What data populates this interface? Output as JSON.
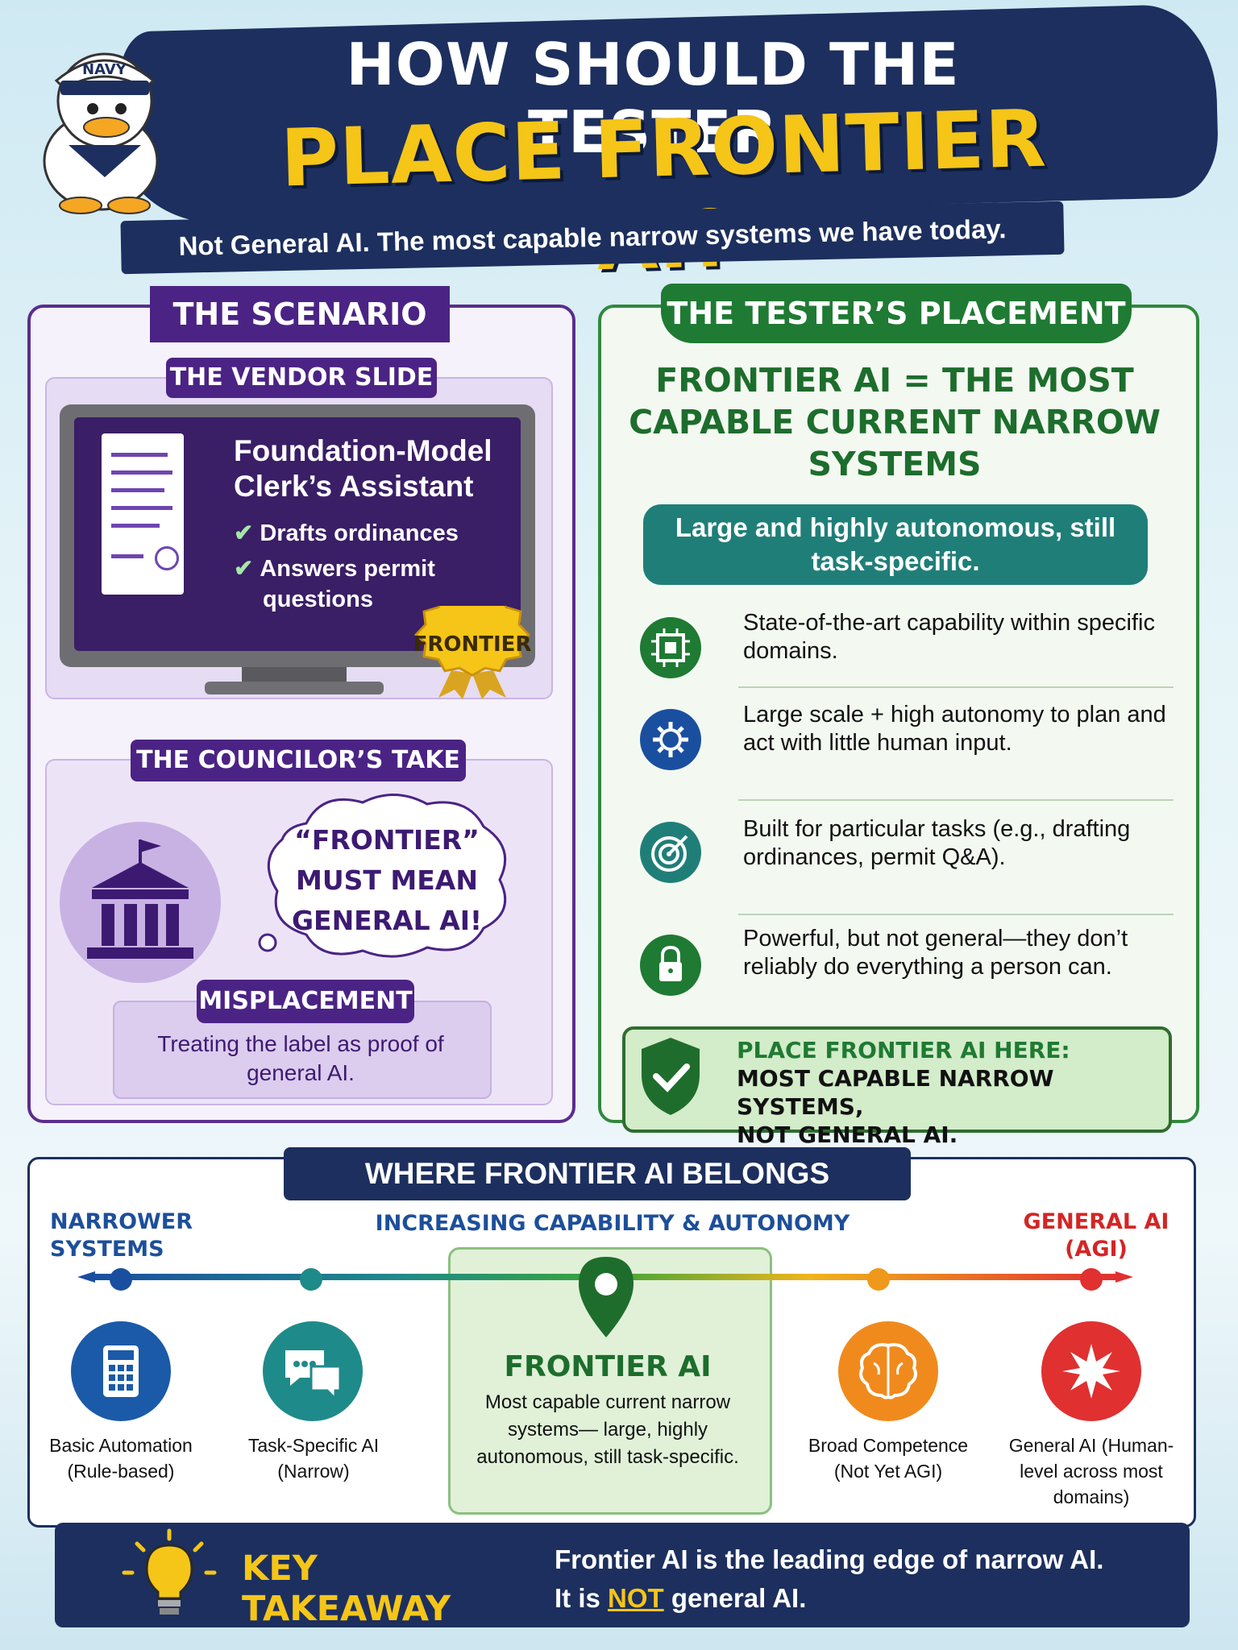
{
  "header": {
    "mascot_cap_text": "NAVY",
    "title_line1": "HOW SHOULD THE TESTER",
    "title_line2": "PLACE FRONTIER AI?",
    "subtitle": "Not General AI. The most capable narrow systems we have today."
  },
  "scenario": {
    "tab": "THE SCENARIO",
    "vendor_tab": "THE VENDOR SLIDE",
    "product_name": "Foundation-Model Clerk’s Assistant",
    "features": [
      "Drafts ordinances",
      "Answers permit",
      "questions"
    ],
    "badge": "FRONTIER",
    "councilor_tab": "THE COUNCILOR’S TAKE",
    "quote": "“FRONTIER” MUST MEAN GENERAL AI!",
    "misplacement_tab": "MISPLACEMENT",
    "misplacement_text": "Treating the label as proof of general AI."
  },
  "placement": {
    "tab": "THE TESTER’S PLACEMENT",
    "definition": "FRONTIER AI = THE MOST CAPABLE CURRENT NARROW SYSTEMS",
    "pill": "Large and highly autonomous, still task-specific.",
    "points": [
      {
        "icon": "chip-icon",
        "text": "State-of-the-art capability within specific domains."
      },
      {
        "icon": "gear-network-icon",
        "text": "Large scale + high autonomy to plan and act with little human input."
      },
      {
        "icon": "target-icon",
        "text": "Built for particular tasks (e.g., drafting ordinances, permit Q&A)."
      },
      {
        "icon": "lock-icon",
        "text": "Powerful, but not general—they don’t reliably do everything a person can."
      }
    ],
    "place_line1": "PLACE FRONTIER AI HERE:",
    "place_line2": "MOST CAPABLE NARROW SYSTEMS,",
    "place_line3": "NOT GENERAL AI."
  },
  "belongs": {
    "tab": "WHERE FRONTIER AI BELONGS",
    "left_label": "NARROWER SYSTEMS",
    "axis_label": "INCREASING CAPABILITY & AUTONOMY",
    "right_label": "GENERAL AI (AGI)",
    "categories": [
      {
        "icon": "calculator-icon",
        "label": "Basic Automation (Rule-based)",
        "color": "#1a5aa8"
      },
      {
        "icon": "chat-icon",
        "label": "Task-Specific AI (Narrow)",
        "color": "#1f8a8a"
      },
      {
        "icon": "brain-icon",
        "label": "Broad Competence (Not Yet AGI)",
        "color": "#f08a1c"
      },
      {
        "icon": "starburst-icon",
        "label": "General AI (Human-level across most domains)",
        "color": "#e03030"
      }
    ],
    "frontier_title": "FRONTIER AI",
    "frontier_desc": "Most capable current narrow systems— large, highly autonomous, still task-specific."
  },
  "takeaway": {
    "title": "KEY TAKEAWAY",
    "line1": "Frontier AI is the leading edge of narrow AI.",
    "line2_pre": "It is ",
    "line2_not": "NOT",
    "line2_post": " general AI."
  },
  "colors": {
    "navy": "#1c2f5e",
    "purple": "#4b2385",
    "green": "#1f7a33",
    "yellow": "#f5c518",
    "red": "#d42525"
  }
}
